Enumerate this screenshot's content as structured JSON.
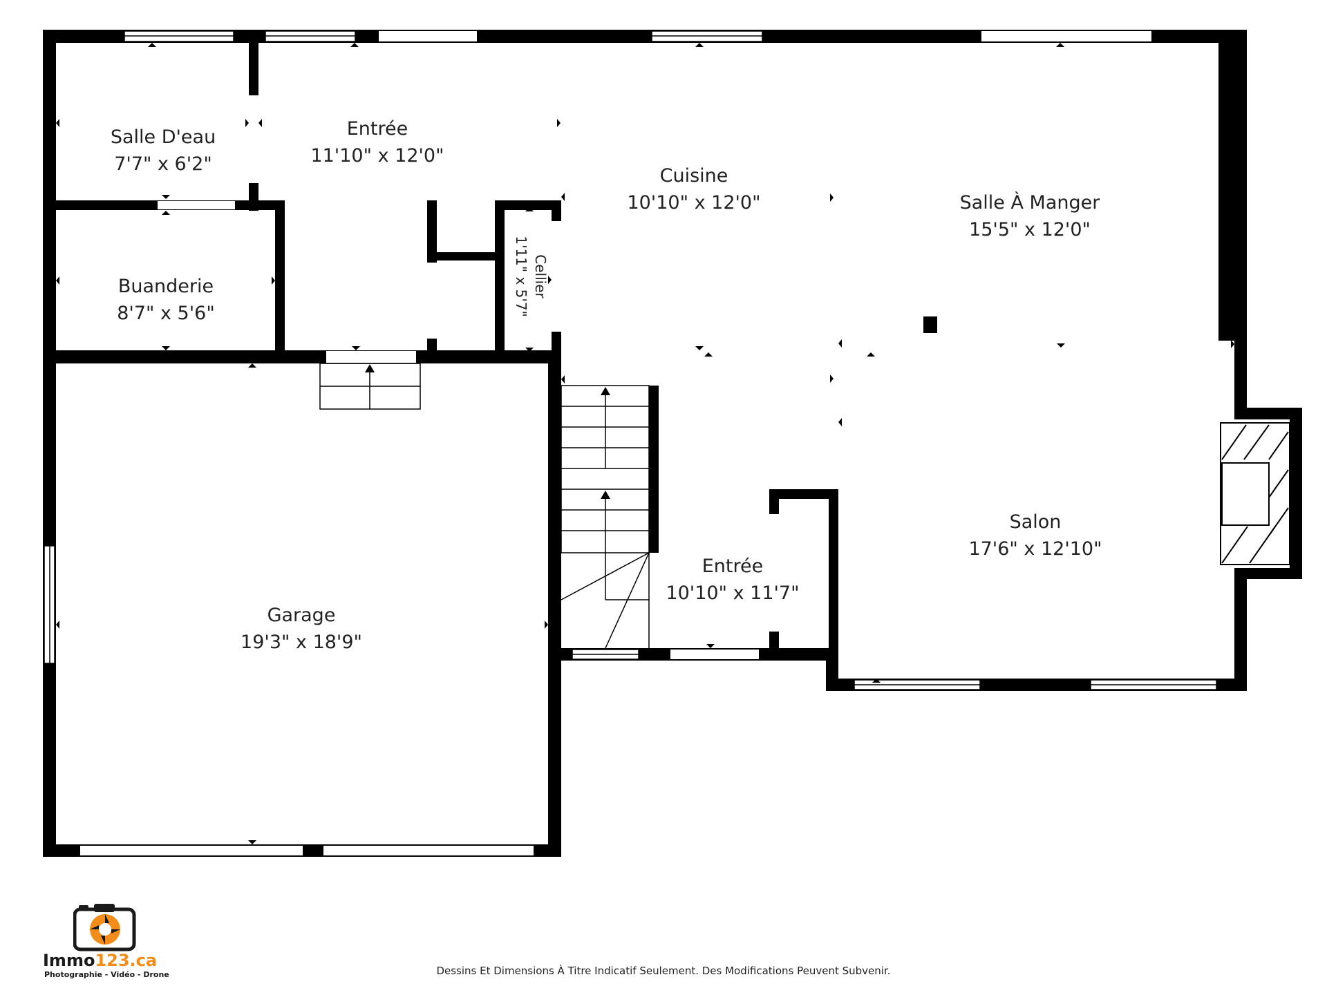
{
  "rooms": [
    {
      "name": "Salle D'eau",
      "dims": "7'7\" x 6'2\""
    },
    {
      "name": "Entrée",
      "dims": "11'10\" x 12'0\""
    },
    {
      "name": "Cuisine",
      "dims": "10'10\" x 12'0\""
    },
    {
      "name": "Salle À Manger",
      "dims": "15'5\" x 12'0\""
    },
    {
      "name": "Buanderie",
      "dims": "8'7\" x 5'6\""
    },
    {
      "name": "Cellier",
      "dims": "1'11\" x 5'7\""
    },
    {
      "name": "Garage",
      "dims": "19'3\" x 18'9\""
    },
    {
      "name": "Entrée",
      "dims": "10'10\" x 11'7\""
    },
    {
      "name": "Salon",
      "dims": "17'6\" x 12'10\""
    }
  ],
  "logo": {
    "name_part1": "Immo",
    "name_part2": "123.ca",
    "tagline": "Photographie - Vidéo - Drone",
    "accent_color": "#f28c1a"
  },
  "footer": {
    "disclaimer": "Dessins Et Dimensions À Titre Indicatif Seulement. Des Modifications Peuvent Subvenir."
  },
  "colors": {
    "wall": "#000000",
    "background": "#ffffff"
  }
}
